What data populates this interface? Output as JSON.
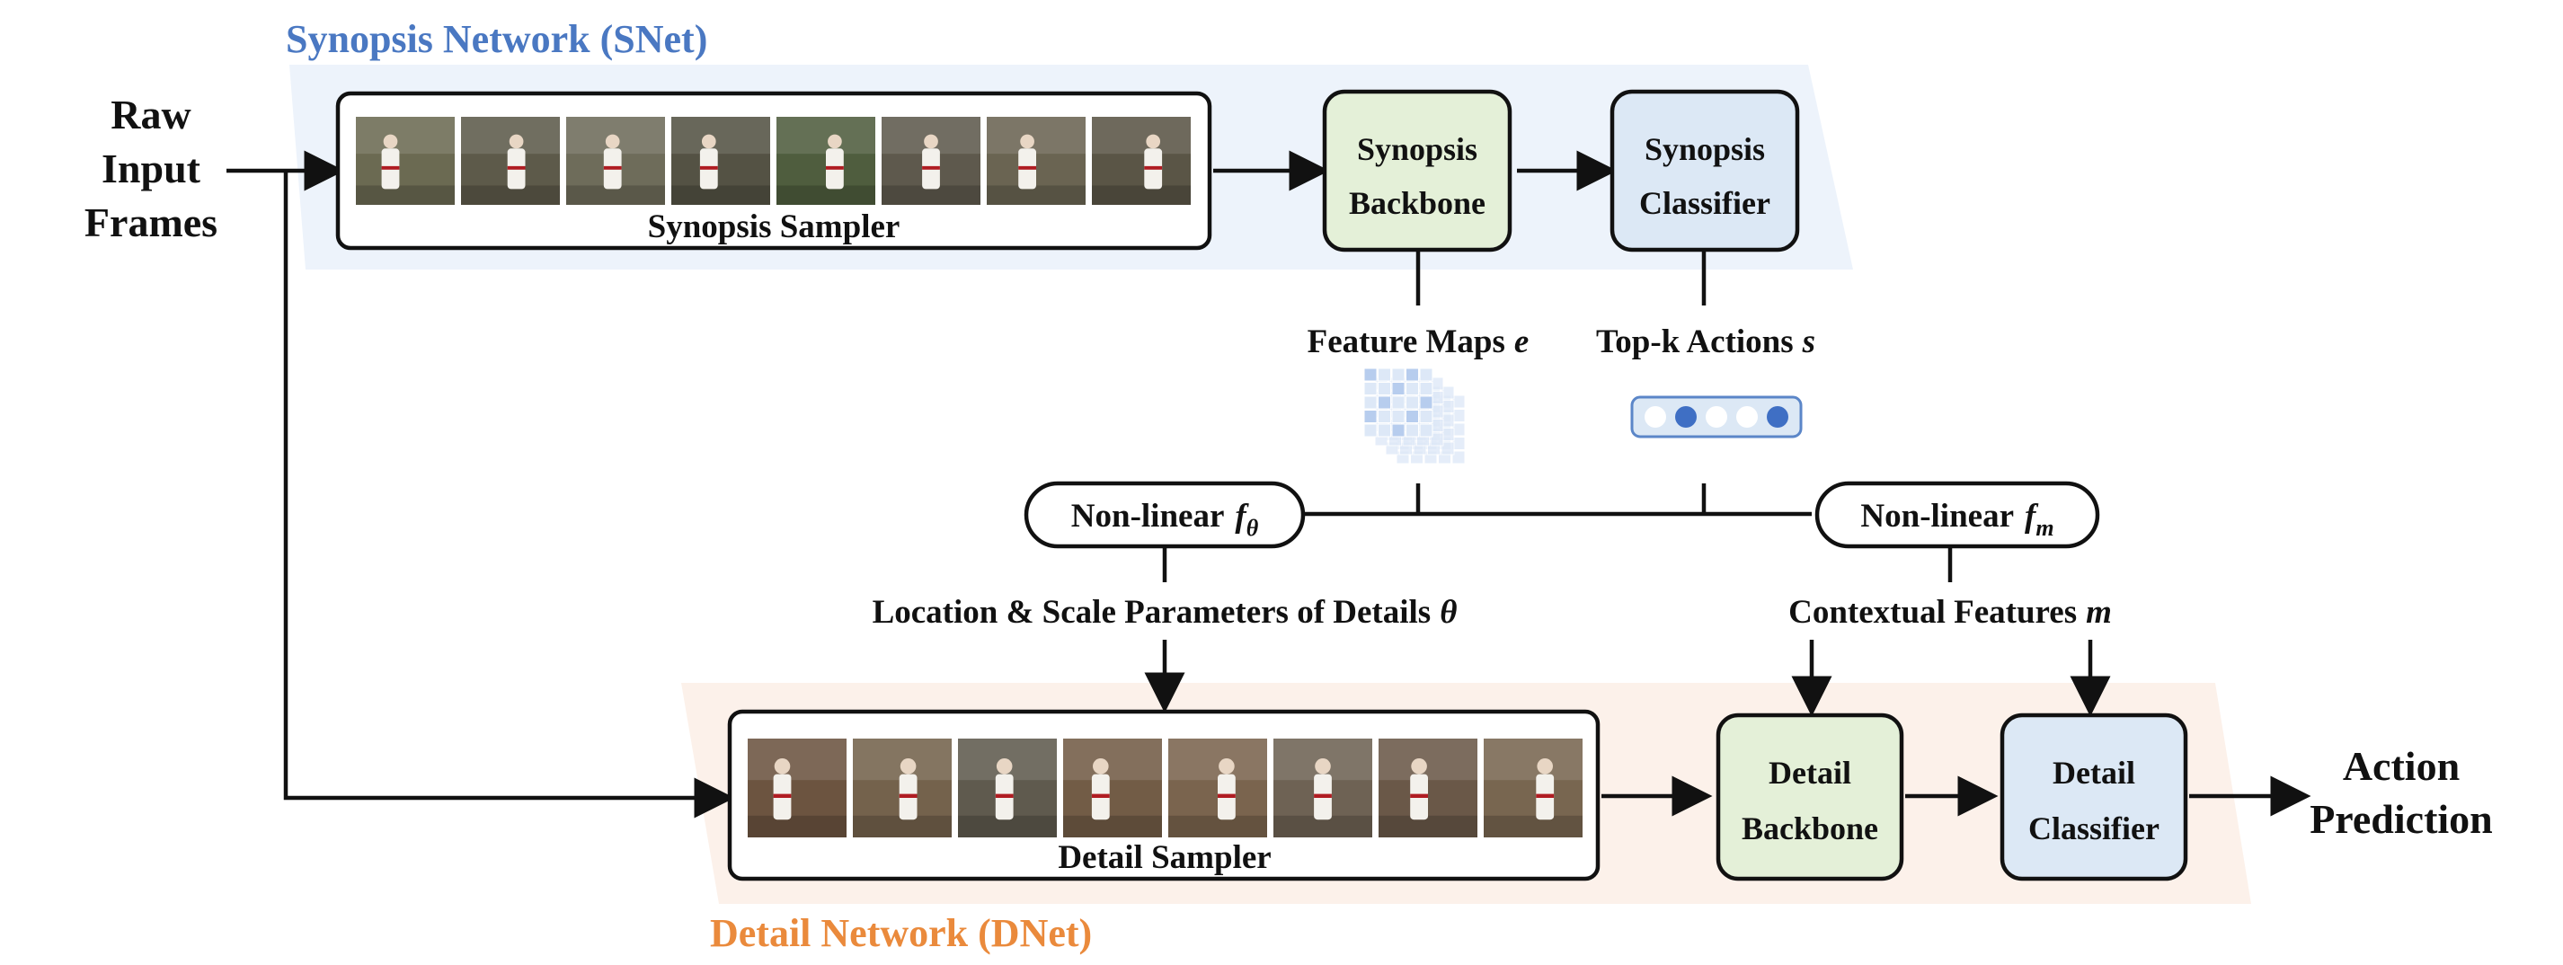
{
  "snet": {
    "title": "Synopsis Network (SNet)",
    "sampler_label": "Synopsis Sampler",
    "backbone": [
      "Synopsis",
      "Backbone"
    ],
    "classifier": [
      "Synopsis",
      "Classifier"
    ],
    "frame_tints": [
      "#6b6a52",
      "#5d5a4a",
      "#6e6c5a",
      "#545244",
      "#4f5d3e",
      "#5e594d",
      "#6a6452",
      "#5a5546"
    ]
  },
  "dnet": {
    "title": "Detail Network (DNet)",
    "sampler_label": "Detail Sampler",
    "backbone": [
      "Detail",
      "Backbone"
    ],
    "classifier": [
      "Detail",
      "Classifier"
    ],
    "frame_tints": [
      "#6c5440",
      "#74624c",
      "#5f5a4e",
      "#725c46",
      "#7a644e",
      "#6e6254",
      "#6a5848",
      "#786650"
    ]
  },
  "input": {
    "lines": [
      "Raw",
      "Input",
      "Frames"
    ]
  },
  "output": {
    "lines": [
      "Action",
      "Prediction"
    ]
  },
  "feature_maps": {
    "label": "Feature Maps",
    "symbol": "e"
  },
  "topk": {
    "label": "Top-k Actions",
    "symbol": "s",
    "dots_filled": [
      false,
      true,
      false,
      false,
      true
    ]
  },
  "nonlinear_theta": {
    "label": "Non-linear",
    "symbol": "f",
    "sub": "θ"
  },
  "nonlinear_m": {
    "label": "Non-linear",
    "symbol": "f",
    "sub": "m"
  },
  "location_label": {
    "text": "Location & Scale Parameters of Details",
    "symbol": "θ"
  },
  "contextual_label": {
    "text": "Contextual Features",
    "symbol": "m"
  },
  "colors": {
    "snet_region": "#edf3fb",
    "dnet_region": "#fcf1ea",
    "backbone_fill": "#e4f0d8",
    "classifier_fill": "#dce8f5",
    "feature_cell": "#c9daf0",
    "dot_fill": "#3f6fc4"
  }
}
